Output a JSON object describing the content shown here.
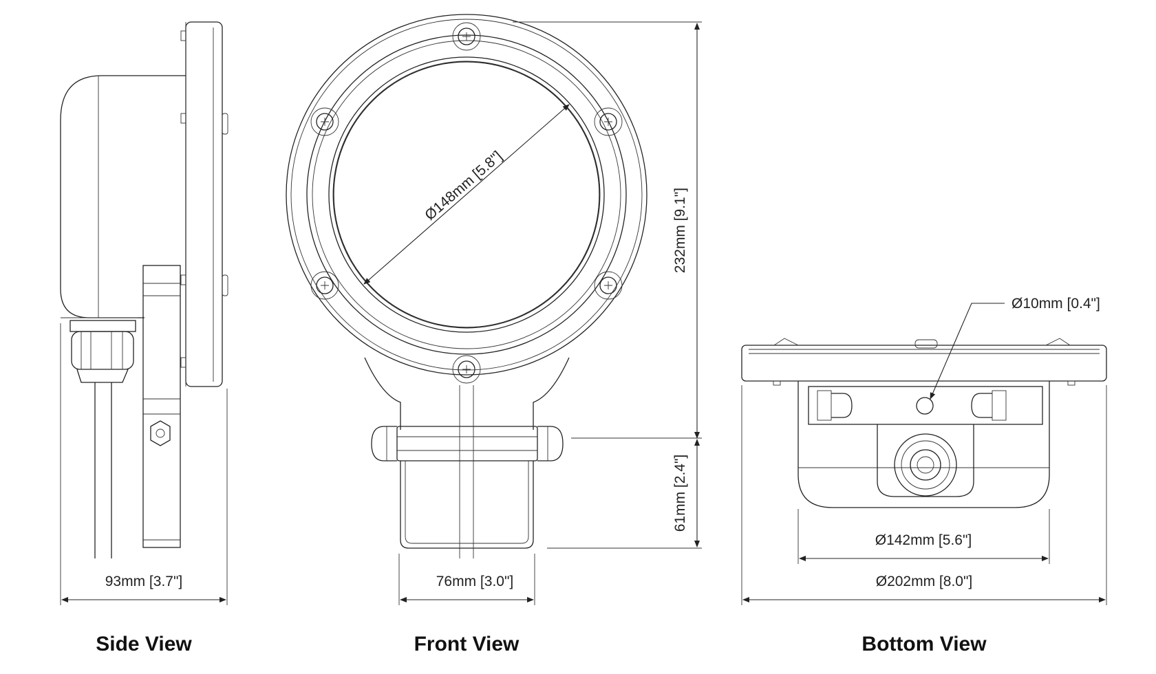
{
  "views": {
    "side": "Side View",
    "front": "Front View",
    "bottom": "Bottom View"
  },
  "dimensions": {
    "side_depth": "93mm [3.7\"]",
    "front_lens_diameter": "Ø148mm [5.8\"]",
    "front_total_height": "232mm [9.1\"]",
    "front_bracket_height": "61mm [2.4\"]",
    "front_bracket_width": "76mm [3.0\"]",
    "bottom_hole_diameter": "Ø10mm [0.4\"]",
    "bottom_body_diameter": "Ø142mm [5.6\"]",
    "bottom_flange_diameter": "Ø202mm [8.0\"]"
  },
  "colors": {
    "line": "#222222",
    "background": "#ffffff"
  }
}
